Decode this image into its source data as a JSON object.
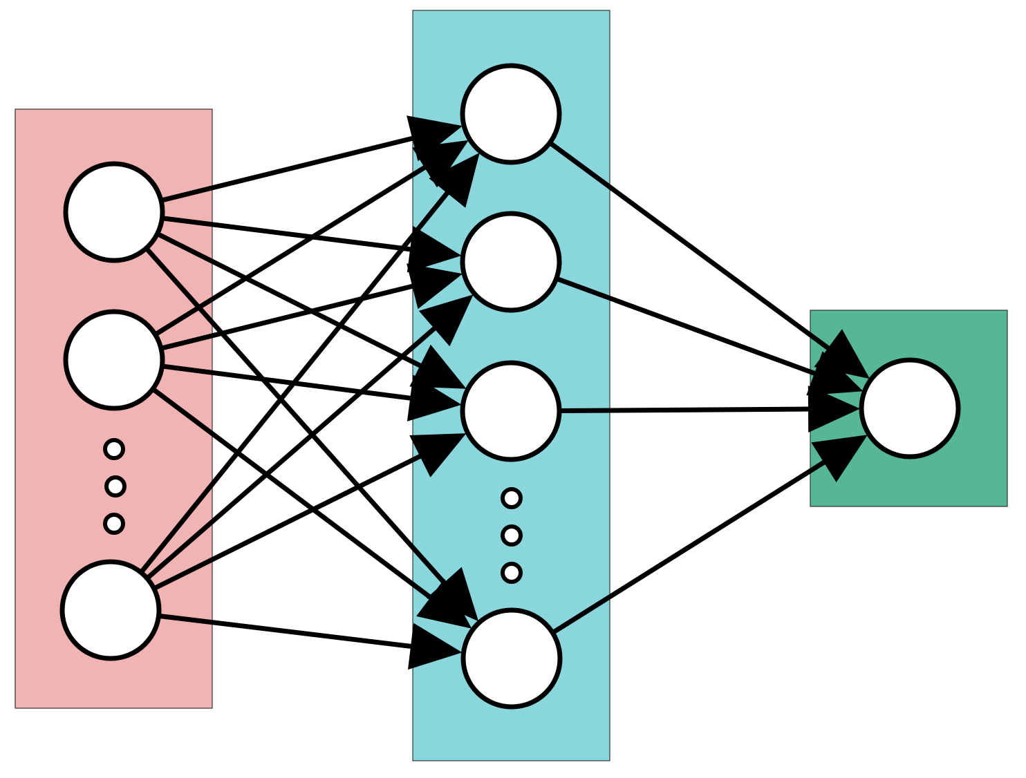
{
  "colors": {
    "input_layer_fill": "#f2b3b3",
    "hidden_layer_fill": "#8ad6dd",
    "output_layer_fill": "#56b796",
    "neuron_fill": "#ffffff",
    "stroke": "#000000"
  },
  "network": {
    "input_nodes_shown": 3,
    "input_has_ellipsis": true,
    "hidden_nodes_shown": 4,
    "hidden_has_ellipsis": true,
    "output_nodes_shown": 1,
    "connectivity": "fully-connected",
    "arrow_direction": "left-to-right"
  }
}
